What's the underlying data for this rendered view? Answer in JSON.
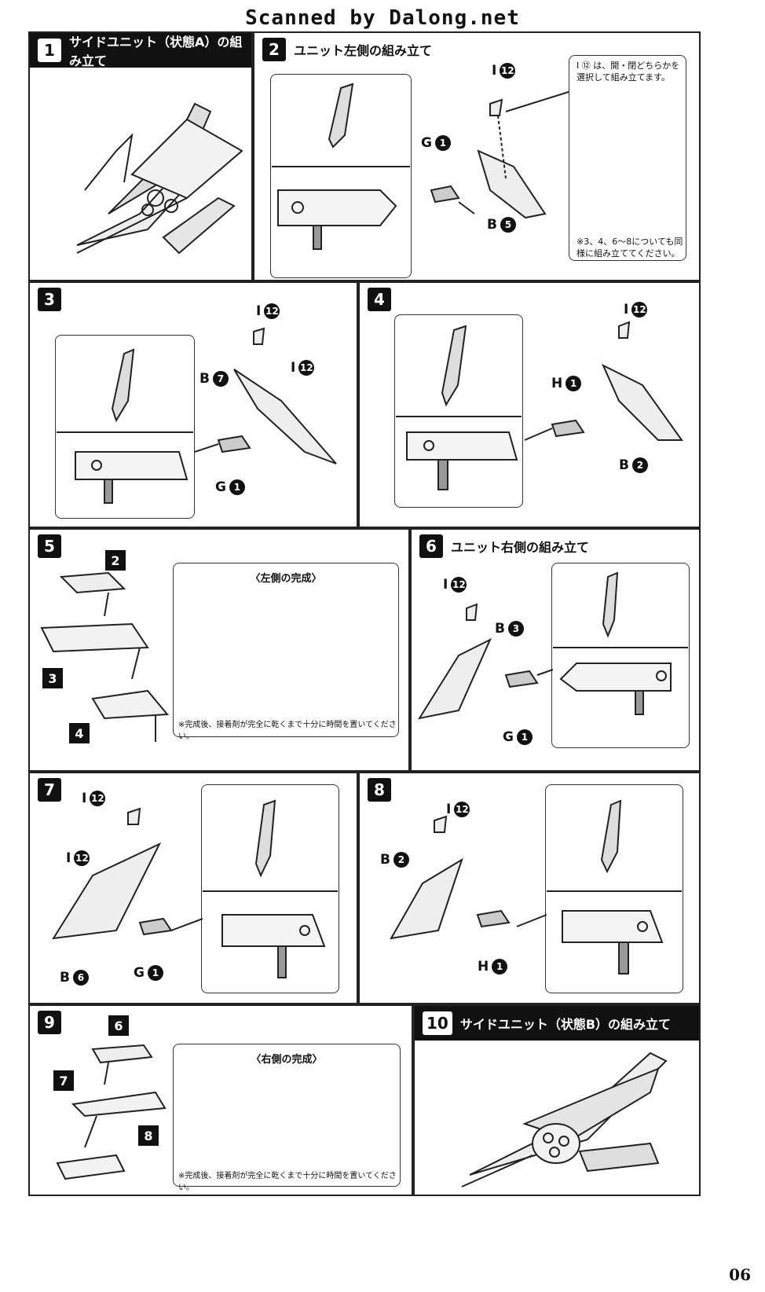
{
  "watermark": "Scanned by Dalong.net",
  "page_number": "06",
  "steps": {
    "s1": {
      "num": "1",
      "title": "サイドユニット（状態A）の組み立て"
    },
    "s2": {
      "num": "2",
      "title": "ユニット左側の組み立て",
      "note_top": "I ⑫ は、開・閉どちらかを選択して組み立てます。",
      "note_bottom": "※3、4、6〜8についても同様に組み立ててください。"
    },
    "s3": {
      "num": "3"
    },
    "s4": {
      "num": "4"
    },
    "s5": {
      "num": "5",
      "box_title": "〈左側の完成〉",
      "note": "※完成後、接着剤が完全に乾くまで十分に時間を置いてください。"
    },
    "s6": {
      "num": "6",
      "title": "ユニット右側の組み立て"
    },
    "s7": {
      "num": "7"
    },
    "s8": {
      "num": "8"
    },
    "s9": {
      "num": "9",
      "box_title": "〈右側の完成〉",
      "note": "※完成後、接着剤が完全に乾くまで十分に時間を置いてください。"
    },
    "s10": {
      "num": "10",
      "title": "サイドユニット（状態B）の組み立て"
    }
  },
  "part_letters": {
    "I": "I",
    "G": "G",
    "B": "B",
    "H": "H"
  },
  "part_nums": {
    "n1": "1",
    "n2": "2",
    "n3": "3",
    "n4": "4",
    "n5": "5",
    "n6": "6",
    "n7": "7",
    "n8": "8",
    "n12": "12"
  }
}
